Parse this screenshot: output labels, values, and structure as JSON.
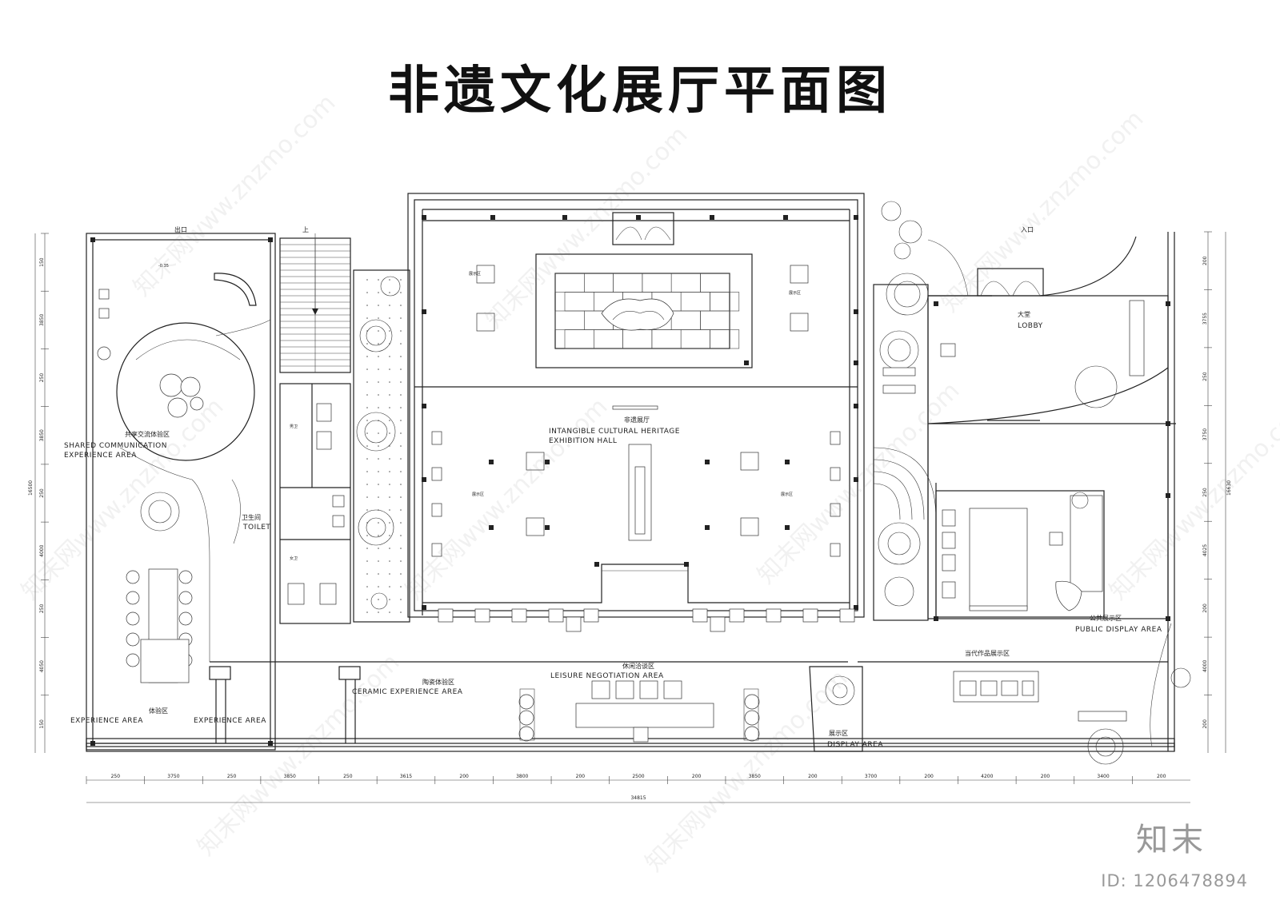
{
  "title": "非遗文化展厅平面图",
  "labels": {
    "exit": "出口",
    "entrance": "入口",
    "up": "上",
    "shared_cn": "共享交流体验区",
    "shared_en_1": "SHARED COMMUNICATION",
    "shared_en_2": "EXPERIENCE AREA",
    "toilet_cn": "卫生间",
    "toilet_en": "TOILET",
    "hall_cn": "非遗展厅",
    "hall_en_1": "INTANGIBLE CULTURAL HERITAGE",
    "hall_en_2": "EXHIBITION HALL",
    "lobby_cn": "大堂",
    "lobby_en": "LOBBY",
    "public_cn": "公共展示区",
    "public_en": "PUBLIC DISPLAY AREA",
    "contemporary_cn": "当代作品展示区",
    "leisure_cn": "休闲洽谈区",
    "leisure_en": "LEISURE NEGOTIATION AREA",
    "ceramic_cn": "陶瓷体验区",
    "ceramic_en": "CERAMIC EXPERIENCE AREA",
    "exp_cn": "体验区",
    "exp_en_1": "EXPERIENCE AREA",
    "exp_en_2": "EXPERIENCE AREA",
    "display_cn": "展示区",
    "display_en": "DISPLAY AREA",
    "exhibit_a": "展示区",
    "exhibit_b": "展示区",
    "exhibit_c": "展示区",
    "exhibit_d": "展示区",
    "level": "-0.35",
    "men": "男卫",
    "women": "女卫"
  },
  "dimensions": {
    "bottom": [
      "250",
      "3750",
      "250",
      "3850",
      "250",
      "3615",
      "200",
      "3800",
      "200",
      "2500",
      "200",
      "3850",
      "200",
      "3700",
      "200",
      "4200",
      "200",
      "3400",
      "200"
    ],
    "total": "34815",
    "left": [
      "150",
      "3850",
      "250",
      "3850",
      "250",
      "4000",
      "250",
      "4050",
      "150"
    ],
    "left_total": "16500",
    "right": [
      "200",
      "3755",
      "250",
      "3750",
      "250",
      "4025",
      "200",
      "4000",
      "200"
    ],
    "right_total": "16630"
  },
  "brand": "知末",
  "doc_id": "ID: 1206478894",
  "watermark": "知末网www.znzmo.com"
}
